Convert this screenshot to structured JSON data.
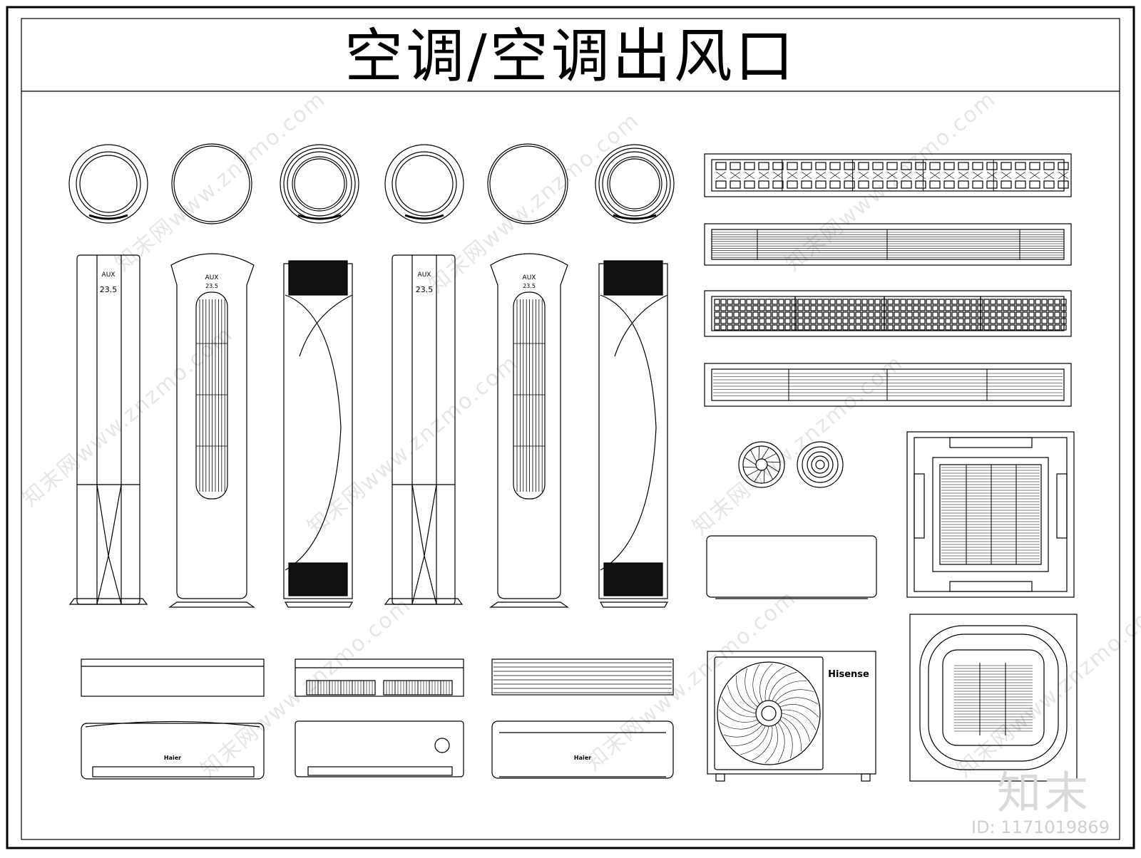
{
  "title": "空调/空调出风口",
  "brands": {
    "aux": "AUX",
    "temp": "23.5",
    "hisense": "Hisense",
    "haier": "Haier"
  },
  "watermark_text": "知末网www.znzmo.com",
  "logo_text": "知末",
  "id_text": "ID: 1171019869"
}
